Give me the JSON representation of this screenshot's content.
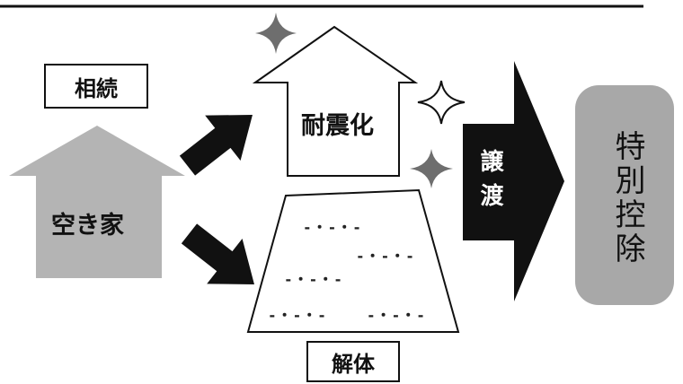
{
  "labels": {
    "inheritance": "相続",
    "vacant_house": "空き家",
    "earthquake_proofing": "耐震化",
    "demolition": "解体",
    "transfer": "譲渡",
    "special_deduction": "特別控除"
  },
  "placeholders": [
    "-・-・-",
    "-・-・-",
    "-・-・-",
    "-・-・-",
    "-・-・-"
  ],
  "colors": {
    "house_gray": "#b4b4b4",
    "arrow_black": "#111111",
    "deduction_gray": "#a8a8a8",
    "sparkle_gray": "#6e6e6e"
  }
}
